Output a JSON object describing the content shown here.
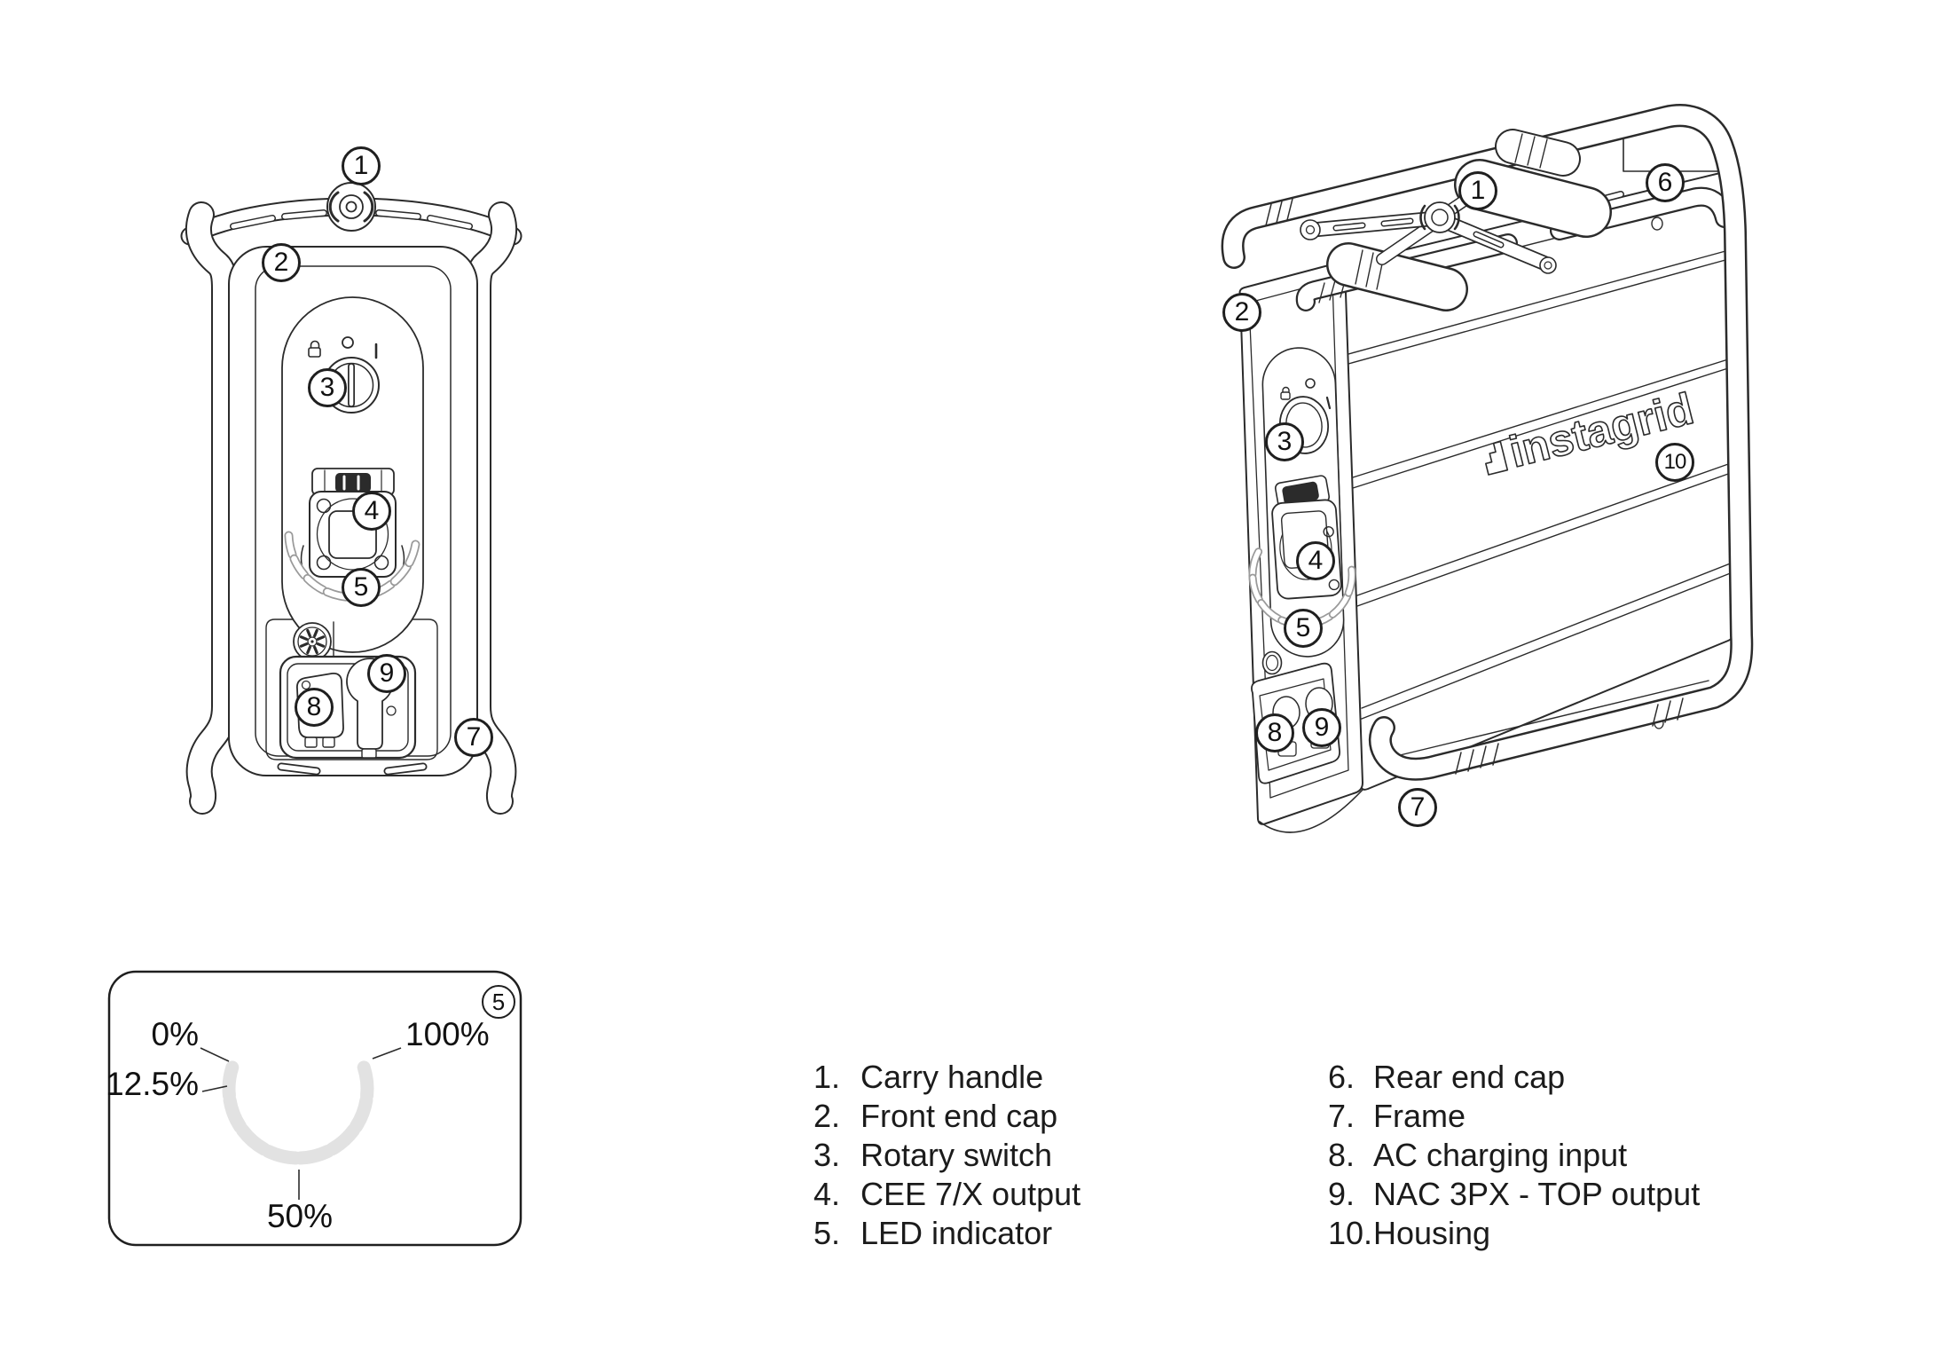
{
  "brand": {
    "logo_text": "instagrid"
  },
  "legend": {
    "columns": [
      {
        "items": [
          {
            "num": "1.",
            "label": "Carry handle"
          },
          {
            "num": "2.",
            "label": "Front end cap"
          },
          {
            "num": "3.",
            "label": "Rotary switch"
          },
          {
            "num": "4.",
            "label": "CEE 7/X output"
          },
          {
            "num": "5.",
            "label": "LED indicator"
          }
        ]
      },
      {
        "items": [
          {
            "num": "6.",
            "label": "Rear end cap"
          },
          {
            "num": "7.",
            "label": "Frame"
          },
          {
            "num": "8.",
            "label": "AC charging input"
          },
          {
            "num": "9.",
            "label": "NAC 3PX - TOP output"
          },
          {
            "num": "10.",
            "label": "Housing"
          }
        ]
      }
    ]
  },
  "led_diagram": {
    "callout": "5",
    "labels": {
      "p0": "0%",
      "p12": "12.5%",
      "p50": "50%",
      "p100": "100%"
    },
    "segments_total": 8
  },
  "callouts": {
    "front": {
      "c1": "1",
      "c2": "2",
      "c3": "3",
      "c4": "4",
      "c5": "5",
      "c7": "7",
      "c8": "8",
      "c9": "9"
    },
    "perspective": {
      "c1": "1",
      "c2": "2",
      "c3": "3",
      "c4": "4",
      "c5": "5",
      "c6": "6",
      "c7": "7",
      "c8": "8",
      "c9": "9",
      "c10": "10"
    }
  },
  "colors": {
    "line": "#2b2b2b",
    "led_segment": "#e2e2e2",
    "led_outline": "#9a9a9a"
  }
}
